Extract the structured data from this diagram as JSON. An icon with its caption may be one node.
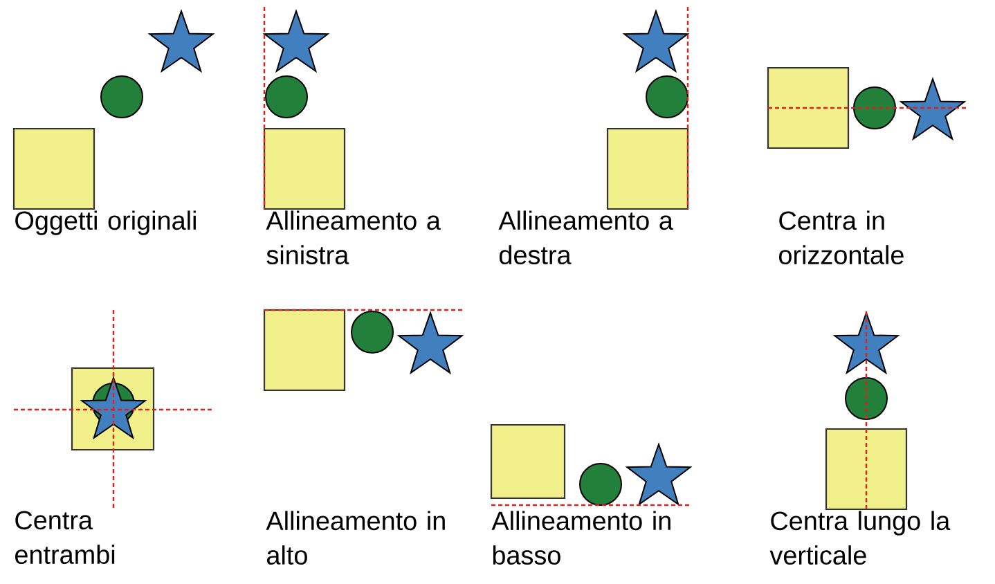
{
  "diagram": {
    "labels": [
      "Oggetti originali",
      "Allineamento a sinistra",
      "Allineamento a destra",
      "Centra in orizzontale",
      "Centra entrambi",
      "Allineamento in alto",
      "Allineamento in basso",
      "Centra lungo la verticale"
    ]
  }
}
